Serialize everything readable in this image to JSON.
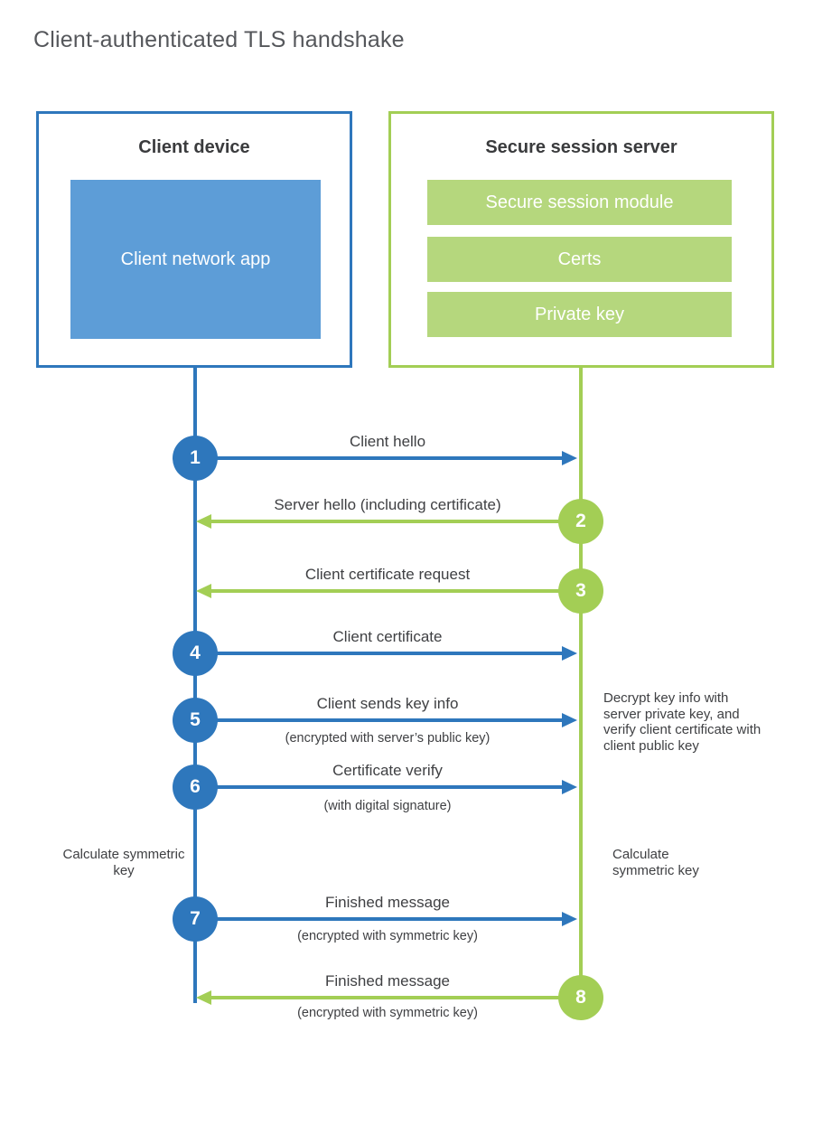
{
  "title": "Client-authenticated TLS handshake",
  "colors": {
    "blue_accent": "#2e77bc",
    "blue_fill": "#5d9dd7",
    "green_accent": "#a3ce55",
    "green_fill": "#b5d77d",
    "text_dark": "#3f4043",
    "title_gray": "#55575b"
  },
  "client_box": {
    "title": "Client device",
    "inner_label": "Client network app"
  },
  "server_box": {
    "title": "Secure session server",
    "modules": [
      "Secure session module",
      "Certs",
      "Private key"
    ]
  },
  "steps": [
    {
      "number": "1",
      "label": "Client hello",
      "sublabel": "",
      "direction": "right",
      "color": "blue"
    },
    {
      "number": "2",
      "label": "Server hello (including certificate)",
      "sublabel": "",
      "direction": "left",
      "color": "green"
    },
    {
      "number": "3",
      "label": "Client certificate request",
      "sublabel": "",
      "direction": "left",
      "color": "green"
    },
    {
      "number": "4",
      "label": "Client certificate",
      "sublabel": "",
      "direction": "right",
      "color": "blue"
    },
    {
      "number": "5",
      "label": "Client sends key info",
      "sublabel": "(encrypted with server’s public key)",
      "direction": "right",
      "color": "blue"
    },
    {
      "number": "6",
      "label": "Certificate verify",
      "sublabel": "(with digital signature)",
      "direction": "right",
      "color": "blue"
    },
    {
      "number": "7",
      "label": "Finished message",
      "sublabel": "(encrypted with symmetric key)",
      "direction": "right",
      "color": "blue"
    },
    {
      "number": "8",
      "label": "Finished message",
      "sublabel": "(encrypted with symmetric key)",
      "direction": "left",
      "color": "green"
    }
  ],
  "annotations": {
    "server_decrypt": "Decrypt key info with server private key, and verify client certificate with client public key",
    "client_calculate": "Calculate symmetric key",
    "server_calculate": "Calculate symmetric key"
  }
}
